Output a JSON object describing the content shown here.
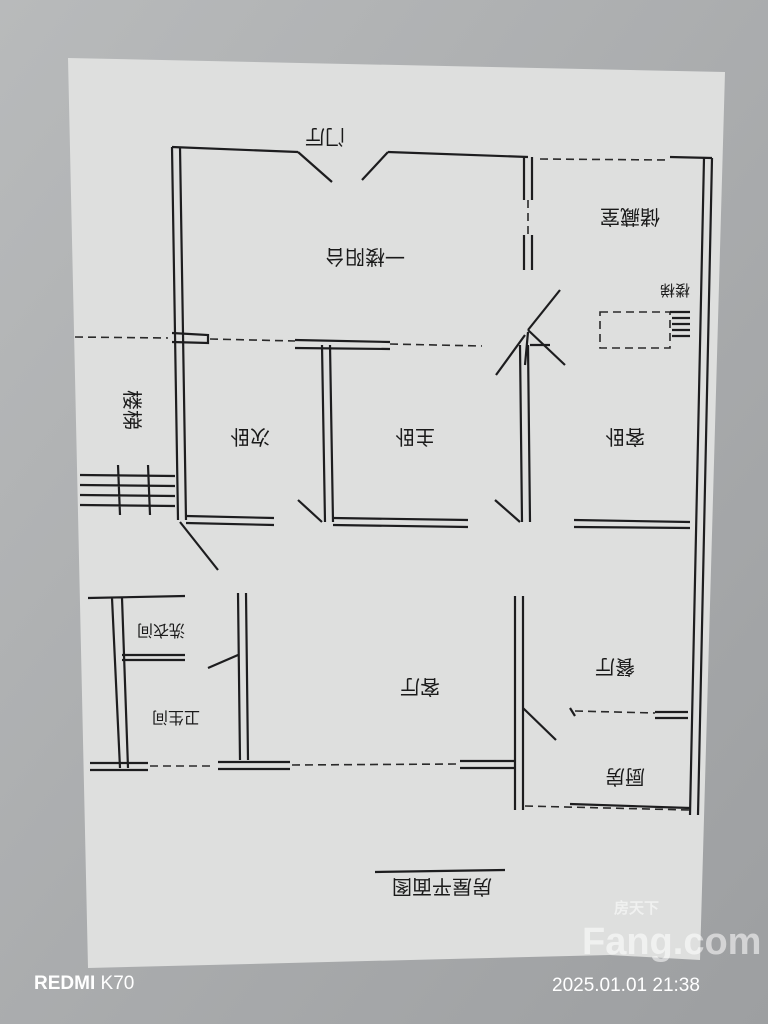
{
  "plan": {
    "title": "房屋平面图",
    "rooms": {
      "entrance": "门厅",
      "balcony": "一楼阳台",
      "storage": "储藏室",
      "stairs_small": "楼梯",
      "second_bedroom": "次卧",
      "master_bedroom": "主卧",
      "guest_bedroom": "客卧",
      "stairs": "楼梯",
      "laundry": "洗衣间",
      "bathroom": "卫生间",
      "living_room": "客厅",
      "dining_room": "餐厅",
      "kitchen": "厨房"
    }
  },
  "camera": {
    "brand": "REDMI",
    "model": "K70",
    "datetime": "2025.01.01  21:38"
  },
  "watermark": {
    "cn": "房天下",
    "en": "Fang.com"
  }
}
